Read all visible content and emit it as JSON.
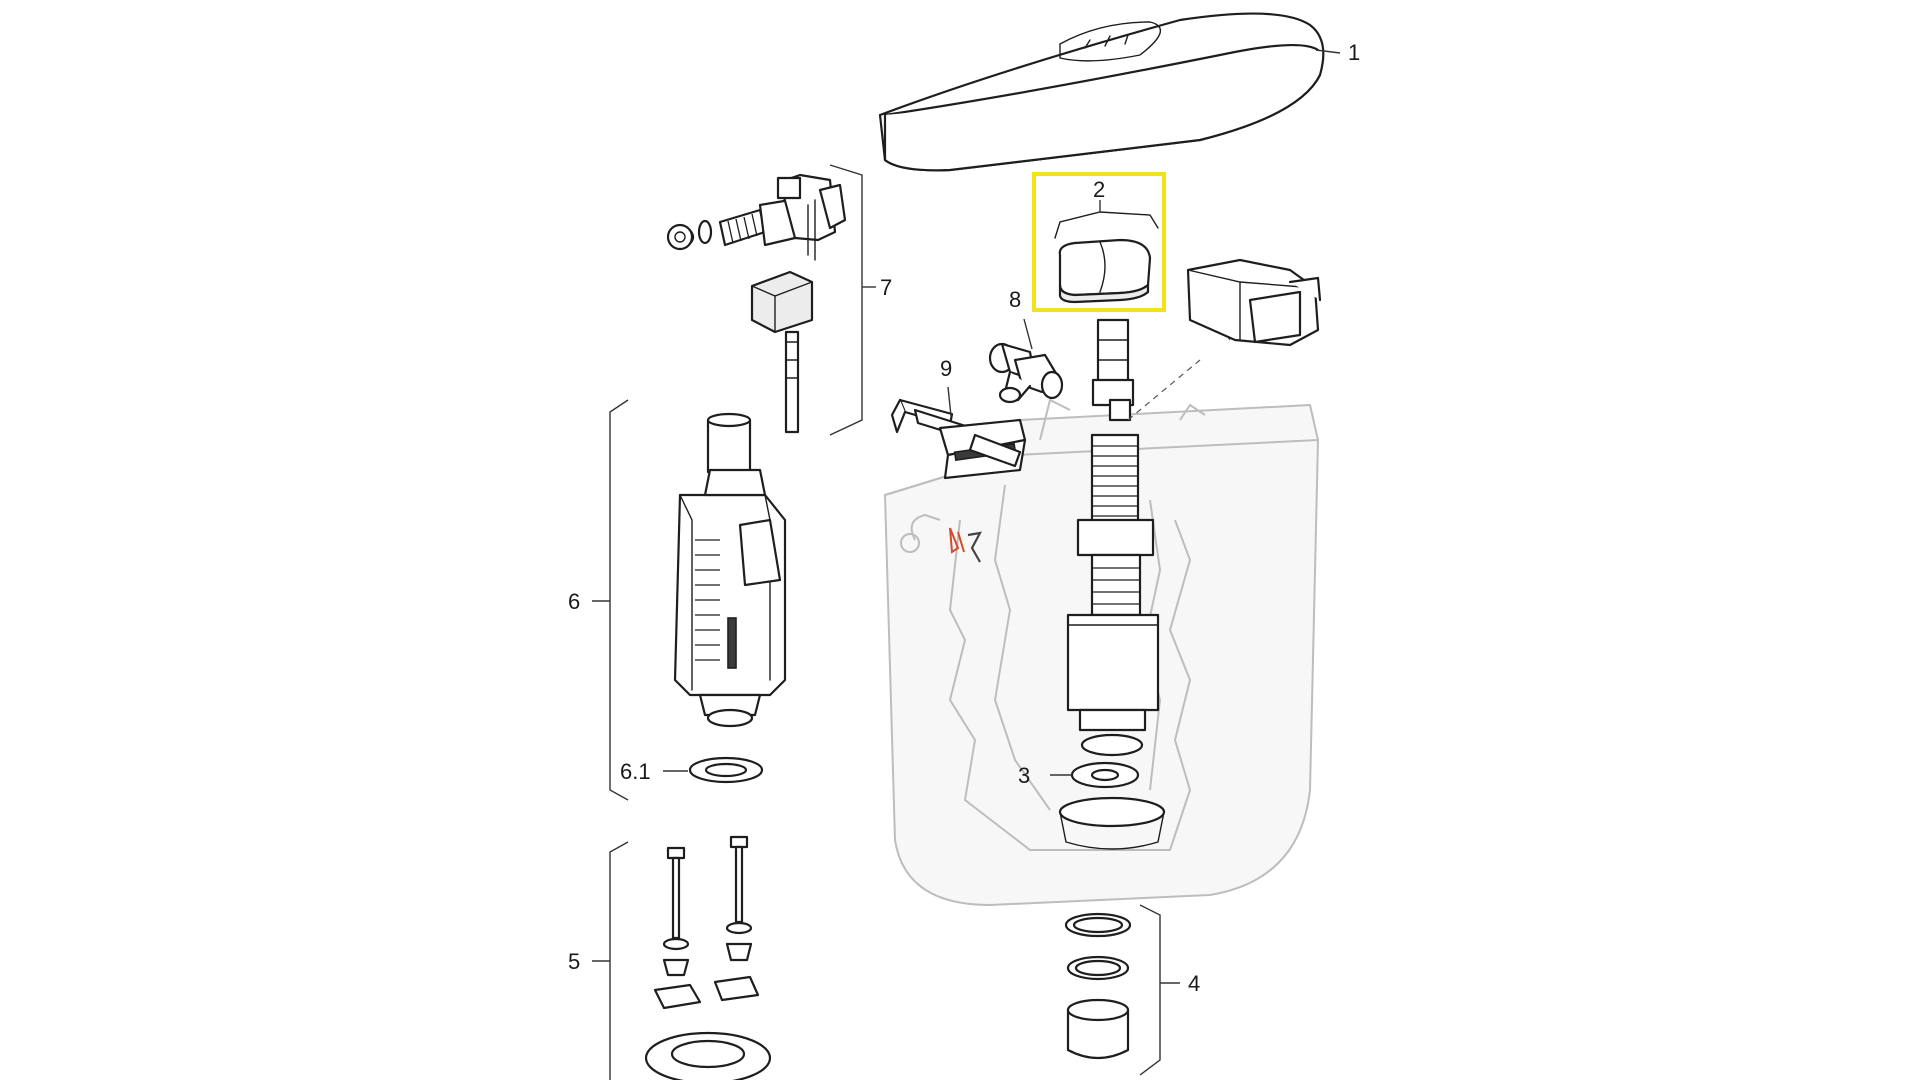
{
  "diagram": {
    "labels": {
      "part_1": "1",
      "part_2": "2",
      "part_3": "3",
      "part_4": "4",
      "part_5": "5",
      "part_6": "6",
      "part_6_1": "6.1",
      "part_7": "7",
      "part_8": "8",
      "part_9": "9"
    },
    "highlight_color": "#f2e21a",
    "highlighted_part": "2"
  }
}
